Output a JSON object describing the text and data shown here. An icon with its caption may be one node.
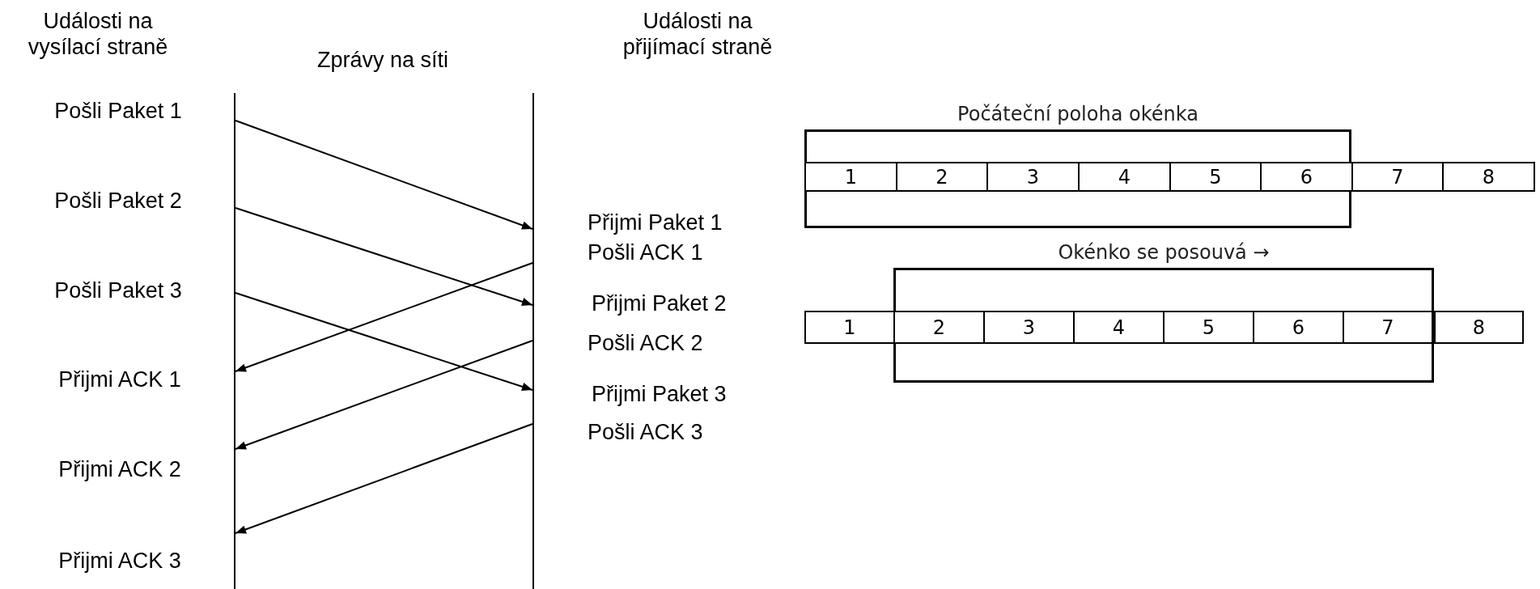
{
  "diagram": {
    "nodes": [
      {
        "text": [],
        "shape": "bar"
      },
      {
        "text": [],
        "shape": "bar"
      },
      {
        "text": [
          "Počáteční poloha okénka"
        ]
      },
      {
        "text": [
          "1"
        ],
        "in": 2
      },
      {
        "text": [
          "2"
        ],
        "in": 2
      },
      {
        "text": [
          "3"
        ],
        "in": 2
      },
      {
        "text": [
          "4"
        ],
        "in": 2
      },
      {
        "text": [
          "5"
        ],
        "in": 2
      },
      {
        "text": [
          "6"
        ],
        "in": 2
      },
      {
        "text": [
          "7"
        ]
      },
      {
        "text": [
          "8"
        ]
      },
      {
        "text": [
          "Okénko se posouvá →"
        ]
      },
      {
        "text": [
          "1"
        ]
      },
      {
        "text": [
          "2"
        ],
        "in": 11
      },
      {
        "text": [
          "3"
        ],
        "in": 11
      },
      {
        "text": [
          "4"
        ],
        "in": 11
      },
      {
        "text": [
          "5"
        ],
        "in": 11
      },
      {
        "text": [
          "6"
        ],
        "in": 11
      },
      {
        "text": [
          "7"
        ],
        "in": 11
      },
      {
        "text": [
          "8"
        ]
      }
    ],
    "edges": [
      {
        "from": 0,
        "to": 1,
        "arrow": "to"
      },
      {
        "from": 0,
        "to": 1,
        "arrow": "to"
      },
      {
        "from": 0,
        "to": 1,
        "arrow": "to"
      },
      {
        "from": 1,
        "to": 0,
        "arrow": "to"
      },
      {
        "from": 1,
        "to": 0,
        "arrow": "to"
      },
      {
        "from": 1,
        "to": 0,
        "arrow": "to"
      }
    ],
    "labels": [
      "Události na vysílací straně",
      "Zprávy na síti",
      "Události na přijímací straně",
      "Pošli Paket 1",
      "Pošli Paket 2",
      "Pošli Paket 3",
      "Přijmi ACK 1",
      "Přijmi ACK 2",
      "Přijmi ACK 3",
      "Přijmi Paket 1",
      "Pošli ACK 1",
      "Přijmi Paket 2",
      "Pošli ACK 2",
      "Přijmi Paket 3",
      "Pošli ACK 3"
    ]
  }
}
